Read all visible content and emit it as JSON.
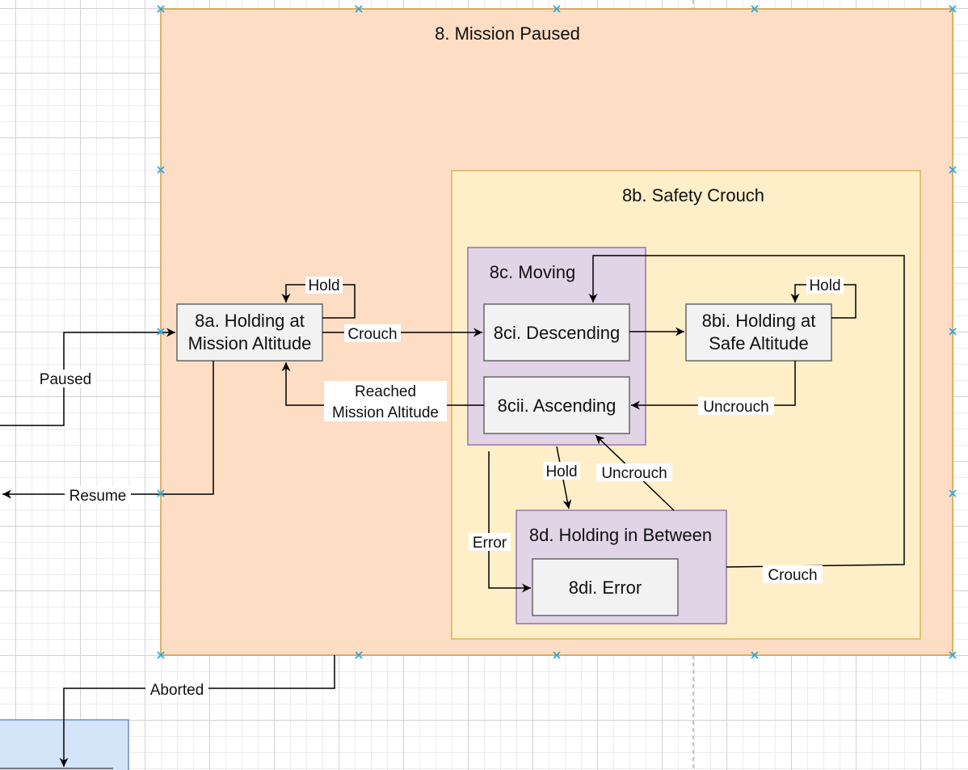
{
  "diagram": {
    "containers": {
      "mission_paused": "8. Mission Paused",
      "safety_crouch": "8b. Safety Crouch",
      "moving": "8c. Moving",
      "holding_between": "8d. Holding in Between"
    },
    "nodes": {
      "n8a": [
        "8a. Holding at",
        "Mission Altitude"
      ],
      "n8ci": "8ci. Descending",
      "n8cii": "8cii. Ascending",
      "n8bi": [
        "8bi. Holding at",
        "Safe Altitude"
      ],
      "n8di": "8di. Error"
    },
    "edges": {
      "hold_8a": "Hold",
      "hold_8bi": "Hold",
      "crouch_8a": "Crouch",
      "paused": "Paused",
      "resume": "Resume",
      "reached": [
        "Reached",
        "Mission Altitude"
      ],
      "uncrouch_8bi": "Uncrouch",
      "hold_8d": "Hold",
      "uncrouch_8d": "Uncrouch",
      "error": "Error",
      "crouch_8d": "Crouch",
      "aborted": "Aborted"
    },
    "colors": {
      "mission_paused_fill": "#fdddc4",
      "mission_paused_stroke": "#d89a3f",
      "safety_crouch_fill": "#ffefc9",
      "safety_crouch_stroke": "#d6b656",
      "moving_fill": "#e1d4e7",
      "moving_stroke": "#9673a6",
      "node_fill": "#f2f2f2",
      "node_stroke": "#666666",
      "edge": "#000000",
      "selection_handle": "#29a9e1",
      "external_fill": "#d4e4f9",
      "external_stroke": "#6c8ebf"
    }
  }
}
